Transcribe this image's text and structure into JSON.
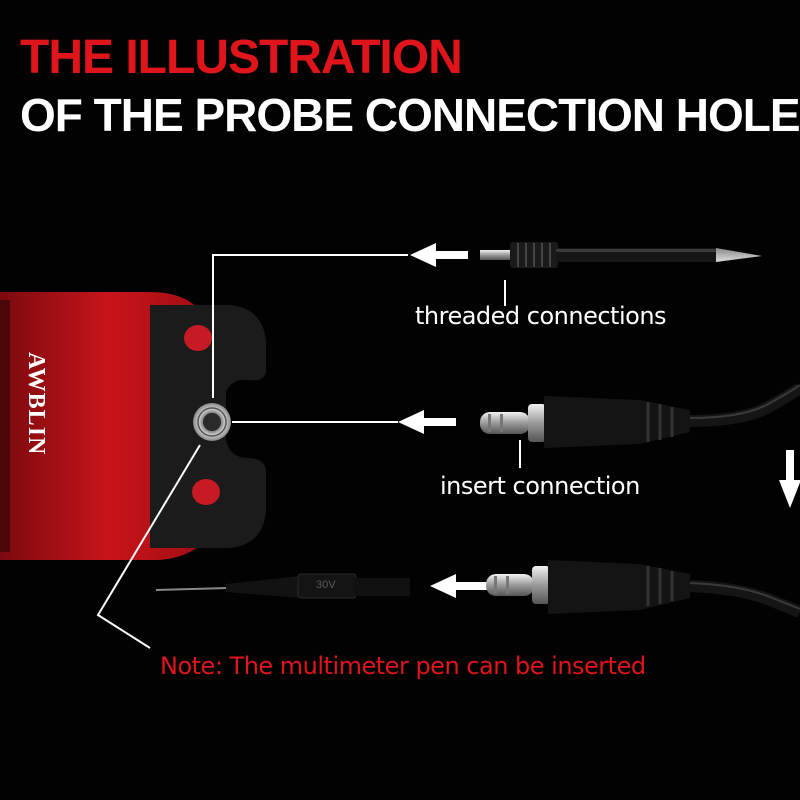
{
  "title": {
    "line1": "THE ILLUSTRATION",
    "line2": "OF THE PROBE CONNECTION HOLE"
  },
  "labels": {
    "threaded": "threaded connections",
    "insert": "insert connection",
    "note": "Note: The multimeter pen can be inserted"
  },
  "device": {
    "brand": "AWBLIN",
    "probe_rating": "30V"
  },
  "colors": {
    "accent_red": "#e0151b",
    "background": "#020202",
    "text": "#ffffff"
  },
  "icons": [
    "arrow-left-icon",
    "arrow-down-icon"
  ]
}
